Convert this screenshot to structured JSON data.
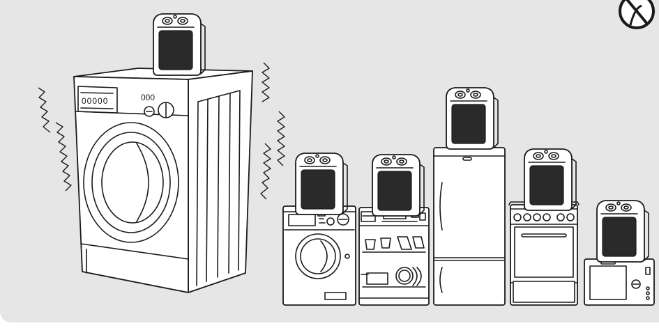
{
  "figure": {
    "background_color": "#e6e6e6",
    "line_color": "#1a1a1a",
    "appliance_fill": "#ffffff",
    "heater_window_fill": "#2a2a2a",
    "warning_icon": "prohibited-icon",
    "washing_machine_display_glyphs": "00000",
    "washing_machine_knob_glyphs": "000",
    "vibration_marks": "zigzag-vibration-icon"
  },
  "appliances": [
    {
      "name": "washing-machine",
      "heater_on_top": true
    },
    {
      "name": "front-loader",
      "heater_on_top": true
    },
    {
      "name": "dishwasher",
      "heater_on_top": true
    },
    {
      "name": "refrigerator",
      "heater_on_top": true
    },
    {
      "name": "cooker",
      "heater_on_top": true
    },
    {
      "name": "microwave",
      "heater_on_top": true
    }
  ]
}
